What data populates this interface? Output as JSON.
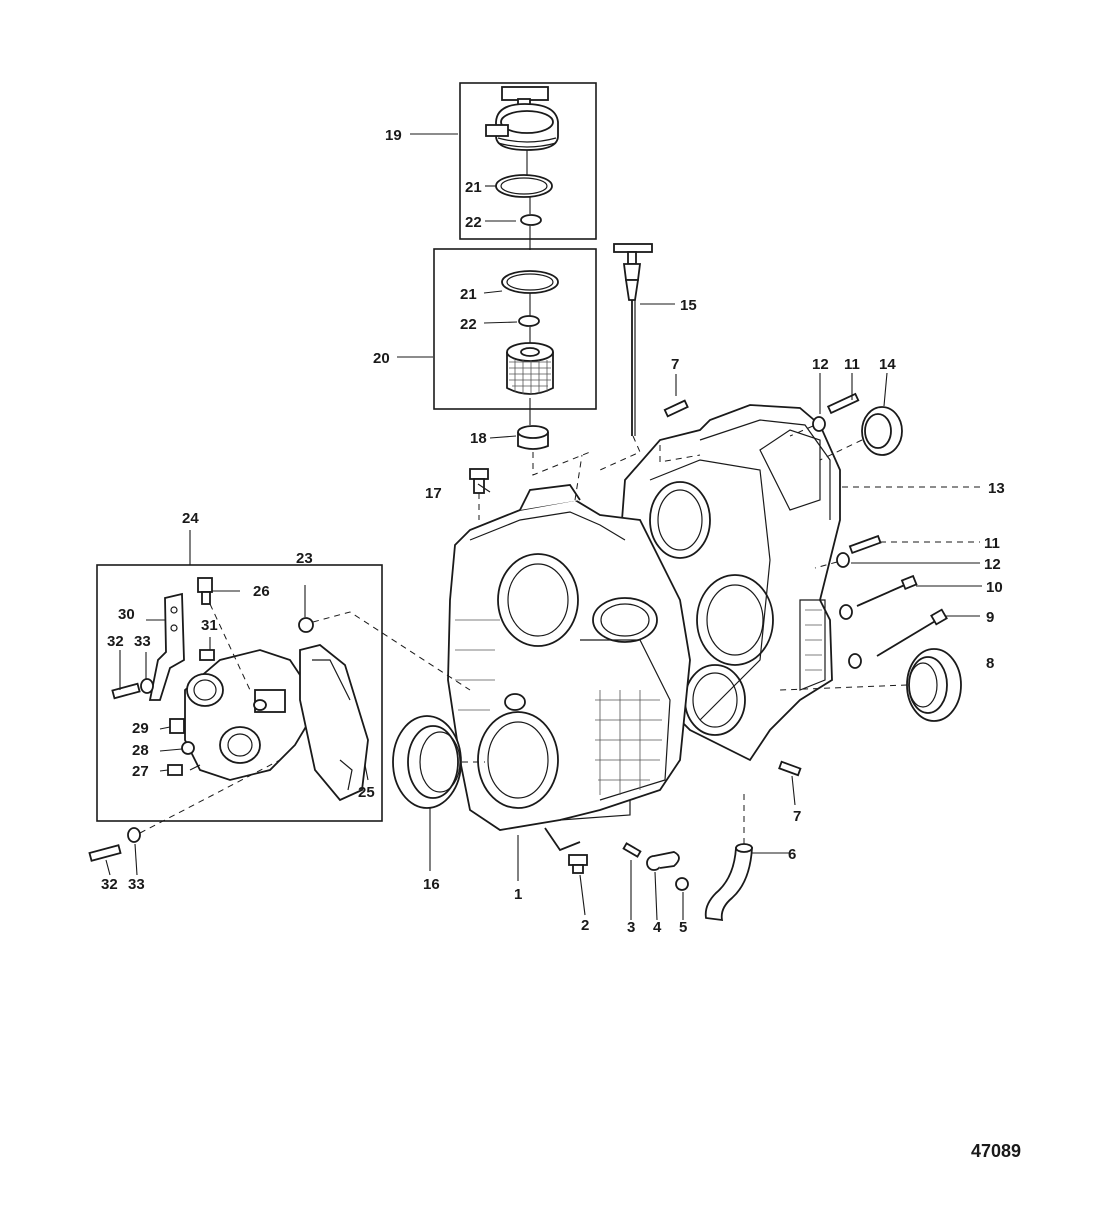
{
  "diagram_id": "47089",
  "callouts": {
    "c1": "1",
    "c2": "2",
    "c3": "3",
    "c4": "4",
    "c5": "5",
    "c6": "6",
    "c7a": "7",
    "c7b": "7",
    "c8": "8",
    "c9": "9",
    "c10": "10",
    "c11a": "11",
    "c11b": "11",
    "c12a": "12",
    "c12b": "12",
    "c13": "13",
    "c14": "14",
    "c15": "15",
    "c16": "16",
    "c17": "17",
    "c18": "18",
    "c19": "19",
    "c20": "20",
    "c21a": "21",
    "c21b": "21",
    "c22a": "22",
    "c22b": "22",
    "c23": "23",
    "c24": "24",
    "c25": "25",
    "c26": "26",
    "c27": "27",
    "c28": "28",
    "c29": "29",
    "c30": "30",
    "c31": "31",
    "c32a": "32",
    "c32b": "32",
    "c33a": "33",
    "c33b": "33"
  }
}
